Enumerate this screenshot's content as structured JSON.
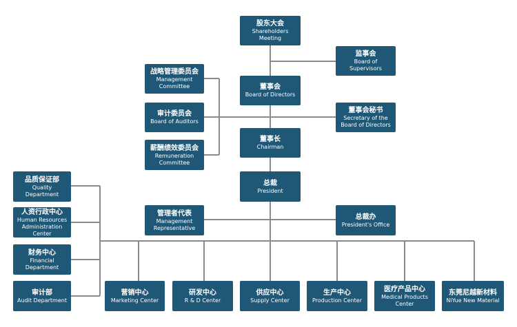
{
  "org_chart": {
    "shareholders": {
      "cn": "股东大会",
      "en": "Shareholders\nMeeting"
    },
    "supervisors": {
      "cn": "监事会",
      "en": "Board of Supervisors"
    },
    "board": {
      "cn": "董事会",
      "en": "Board of Directors"
    },
    "management_committee": {
      "cn": "战略管理委员会",
      "en": "Management\nCommittee"
    },
    "auditors": {
      "cn": "审计委员会",
      "en": "Board of Auditors"
    },
    "remuneration": {
      "cn": "薪酬绩效委员会",
      "en": "Remuneration\nCommittee"
    },
    "secretary": {
      "cn": "董事会秘书",
      "en": "Secretary of the\nBoard of Directors"
    },
    "chairman": {
      "cn": "董事长",
      "en": "Chairman"
    },
    "president": {
      "cn": "总裁",
      "en": "President"
    },
    "mgmt_rep": {
      "cn": "管理者代表",
      "en": "Management\nRepresentative"
    },
    "presidents_office": {
      "cn": "总裁办",
      "en": "President's Office"
    },
    "quality": {
      "cn": "品质保证部",
      "en": "Quality\nDepartment"
    },
    "hr": {
      "cn": "人资行政中心",
      "en": "Human Resources\nAdministration Center"
    },
    "finance": {
      "cn": "财务中心",
      "en": "Financial Department"
    },
    "audit": {
      "cn": "审计部",
      "en": "Audit Department"
    },
    "marketing": {
      "cn": "营销中心",
      "en": "Marketing Center"
    },
    "rd": {
      "cn": "研发中心",
      "en": "R & D Center"
    },
    "supply": {
      "cn": "供应中心",
      "en": "Supply Center"
    },
    "production": {
      "cn": "生产中心",
      "en": "Production Center"
    },
    "medical": {
      "cn": "医疗产品中心",
      "en": "Medical Products\nCenter"
    },
    "niyue": {
      "cn": "东莞尼越新材料",
      "en": "NiYue New Material"
    }
  }
}
